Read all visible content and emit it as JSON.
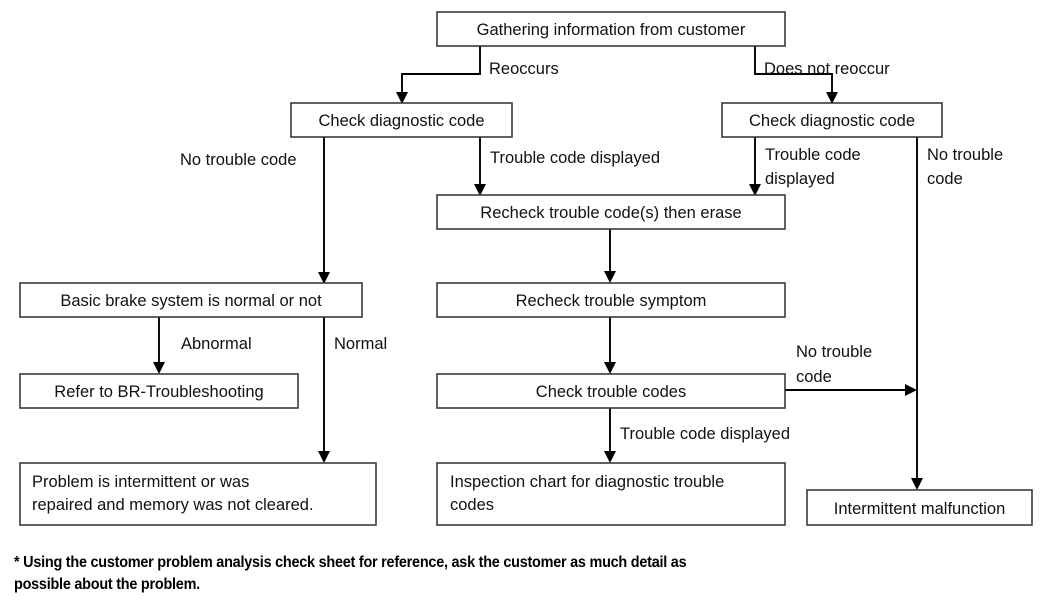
{
  "diagram": {
    "title": "Brake diagnostic troubleshooting flowchart",
    "nodes": {
      "gathering": {
        "label": "Gathering information from customer",
        "align": "center"
      },
      "check_diag_left": {
        "label": "Check diagnostic code",
        "align": "center"
      },
      "check_diag_right": {
        "label": "Check diagnostic code",
        "align": "center"
      },
      "recheck_erase": {
        "label": "Recheck trouble code(s) then erase",
        "align": "center"
      },
      "basic_brake": {
        "label": "Basic brake system is normal or not",
        "align": "center"
      },
      "recheck_symptom": {
        "label": "Recheck trouble symptom",
        "align": "center"
      },
      "refer_br": {
        "label": "Refer to BR-Troubleshooting",
        "align": "center"
      },
      "check_codes": {
        "label": "Check trouble codes",
        "align": "center"
      },
      "problem_intermittent": {
        "line1": "Problem is intermittent or was",
        "line2": "repaired and memory was not cleared.",
        "align": "left"
      },
      "inspection_chart": {
        "line1": "Inspection chart for diagnostic trouble",
        "line2": "codes",
        "align": "left"
      },
      "intermittent_malfunction": {
        "label": "Intermittent malfunction",
        "align": "center"
      }
    },
    "edge_labels": {
      "reoccurs": "Reoccurs",
      "does_not_reoccur": "Does not reoccur",
      "no_trouble_code_left": "No trouble code",
      "trouble_code_displayed_left": "Trouble code displayed",
      "trouble_code_displayed_right_l1": "Trouble code",
      "trouble_code_displayed_right_l2": "displayed",
      "no_trouble_code_right_l1": "No trouble",
      "no_trouble_code_right_l2": "code",
      "abnormal": "Abnormal",
      "normal": "Normal",
      "no_trouble_code_mid_l1": "No trouble",
      "no_trouble_code_mid_l2": "code",
      "trouble_code_displayed_mid": "Trouble code displayed"
    },
    "colors": {
      "box_stroke": "#3a3a3a",
      "box_fill": "#ffffff",
      "line": "#000000",
      "text": "#111111"
    }
  },
  "footnote": {
    "text": "* Using the customer problem analysis check sheet for reference, ask the customer as much detail as\n   possible about the problem."
  }
}
